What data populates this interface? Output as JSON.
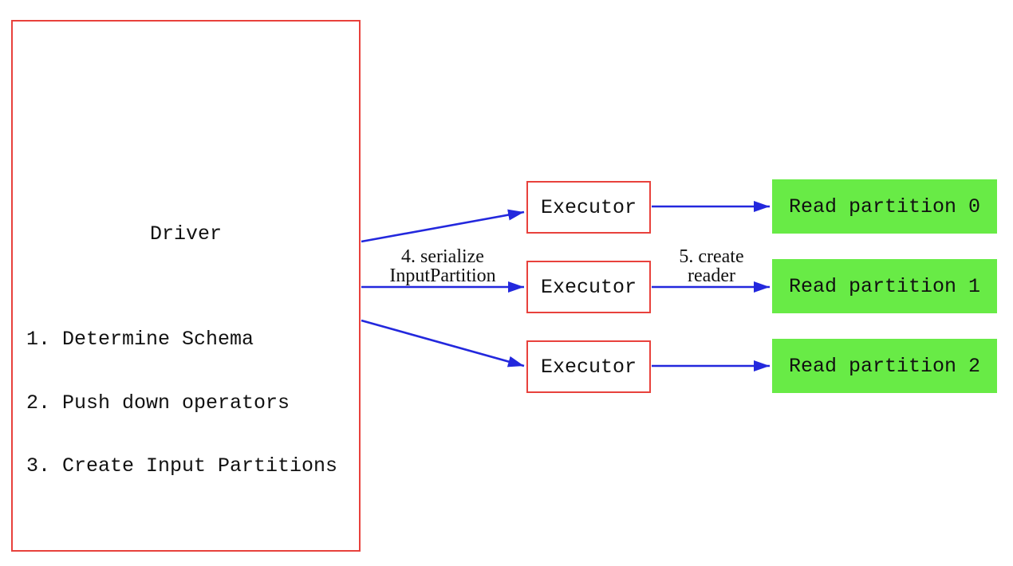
{
  "diagram": {
    "driver": {
      "title": "Driver",
      "steps": [
        "1. Determine Schema",
        "2. Push down operators",
        "3. Create Input Partitions"
      ]
    },
    "executors": [
      {
        "label": "Executor"
      },
      {
        "label": "Executor"
      },
      {
        "label": "Executor"
      }
    ],
    "partitions": [
      {
        "label": "Read partition 0"
      },
      {
        "label": "Read partition 1"
      },
      {
        "label": "Read partition 2"
      }
    ],
    "edge_labels": {
      "serialize": {
        "line1": "4. serialize",
        "line2": "InputPartition"
      },
      "create_reader": {
        "line1": "5. create",
        "line2": "reader"
      }
    },
    "colors": {
      "box_border": "#e8413c",
      "arrow": "#2328dd",
      "partition_fill": "#68eb46",
      "text": "#111111",
      "bg": "#ffffff"
    }
  }
}
